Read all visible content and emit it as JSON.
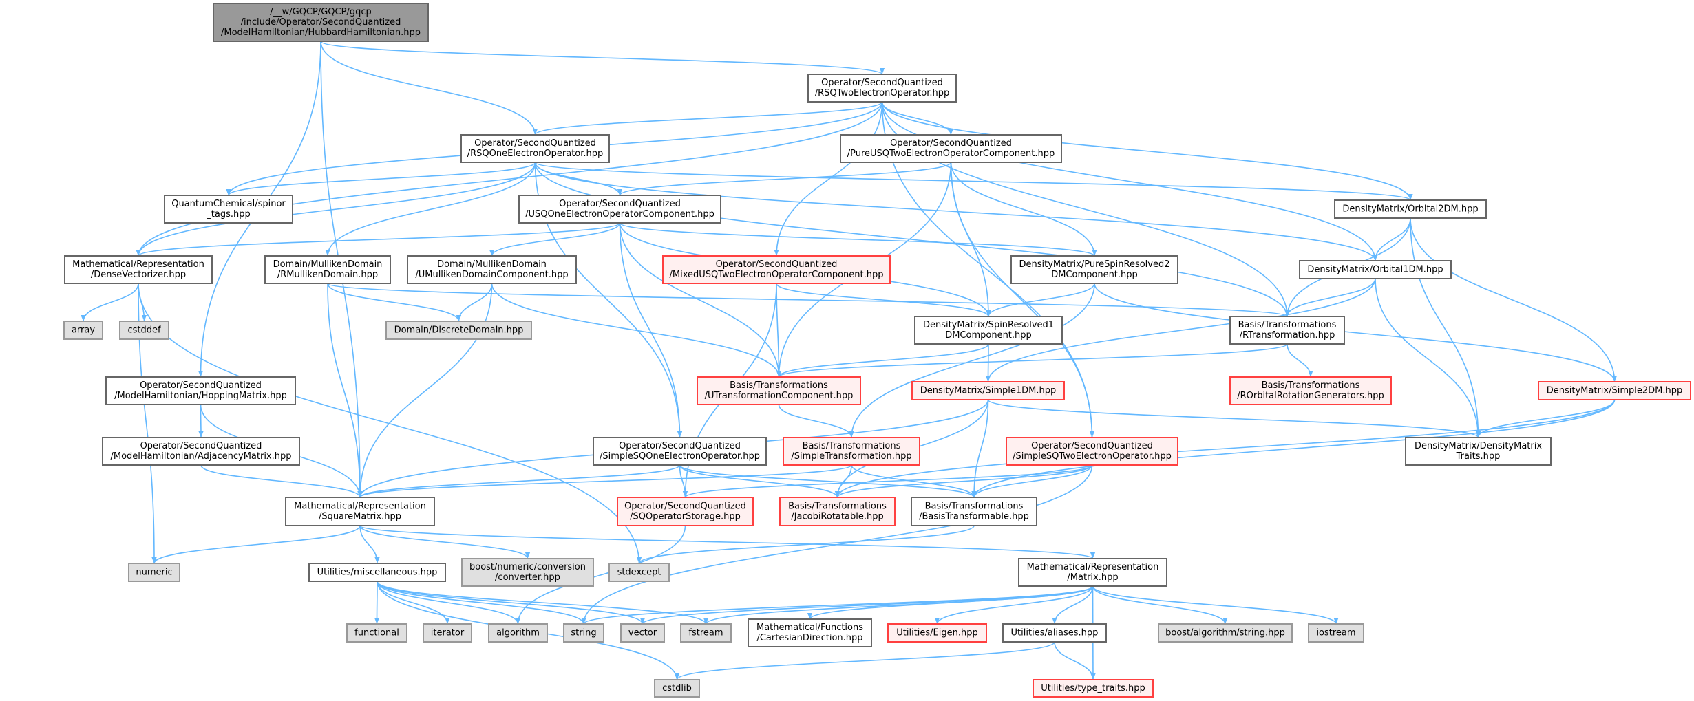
{
  "graph": {
    "colors": {
      "edge": "#63b8ff",
      "missing_border": "#ff4040",
      "missing_fill": "#fff0f0",
      "external_fill": "#e0e0e0",
      "root_fill": "#999999"
    },
    "nodes": [
      {
        "id": "root",
        "kind": "root",
        "lines": [
          "/__w/GQCP/GQCP/gqcp",
          "/include/Operator/SecondQuantized",
          "/ModelHamiltonian/HubbardHamiltonian.hpp"
        ]
      },
      {
        "id": "rsqtwo",
        "kind": "normal",
        "lines": [
          "Operator/SecondQuantized",
          "/RSQTwoElectronOperator.hpp"
        ]
      },
      {
        "id": "rsqone",
        "kind": "normal",
        "lines": [
          "Operator/SecondQuantized",
          "/RSQOneElectronOperator.hpp"
        ]
      },
      {
        "id": "pureusq",
        "kind": "normal",
        "lines": [
          "Operator/SecondQuantized",
          "/PureUSQTwoElectronOperatorComponent.hpp"
        ]
      },
      {
        "id": "spinor",
        "kind": "normal",
        "lines": [
          "QuantumChemical/spinor",
          "_tags.hpp"
        ]
      },
      {
        "id": "usqone",
        "kind": "normal",
        "lines": [
          "Operator/SecondQuantized",
          "/USQOneElectronOperatorComponent.hpp"
        ]
      },
      {
        "id": "orb2dm",
        "kind": "normal",
        "lines": [
          "DensityMatrix/Orbital2DM.hpp"
        ]
      },
      {
        "id": "densevec",
        "kind": "normal",
        "lines": [
          "Mathematical/Representation",
          "/DenseVectorizer.hpp"
        ]
      },
      {
        "id": "rmull",
        "kind": "normal",
        "lines": [
          "Domain/MullikenDomain",
          "/RMullikenDomain.hpp"
        ]
      },
      {
        "id": "umull",
        "kind": "normal",
        "lines": [
          "Domain/MullikenDomain",
          "/UMullikenDomainComponent.hpp"
        ]
      },
      {
        "id": "mixedusq",
        "kind": "missing",
        "lines": [
          "Operator/SecondQuantized",
          "/MixedUSQTwoElectronOperatorComponent.hpp"
        ]
      },
      {
        "id": "psr2",
        "kind": "normal",
        "lines": [
          "DensityMatrix/PureSpinResolved2",
          "DMComponent.hpp"
        ]
      },
      {
        "id": "orb1dm",
        "kind": "normal",
        "lines": [
          "DensityMatrix/Orbital1DM.hpp"
        ]
      },
      {
        "id": "array",
        "kind": "external",
        "lines": [
          "array"
        ]
      },
      {
        "id": "cstddef",
        "kind": "external",
        "lines": [
          "cstddef"
        ]
      },
      {
        "id": "discrete",
        "kind": "external",
        "lines": [
          "Domain/DiscreteDomain.hpp"
        ]
      },
      {
        "id": "sr1",
        "kind": "normal",
        "lines": [
          "DensityMatrix/SpinResolved1",
          "DMComponent.hpp"
        ]
      },
      {
        "id": "rtrans",
        "kind": "normal",
        "lines": [
          "Basis/Transformations",
          "/RTransformation.hpp"
        ]
      },
      {
        "id": "hopping",
        "kind": "normal",
        "lines": [
          "Operator/SecondQuantized",
          "/ModelHamiltonian/HoppingMatrix.hpp"
        ]
      },
      {
        "id": "utranscomp",
        "kind": "missing",
        "lines": [
          "Basis/Transformations",
          "/UTransformationComponent.hpp"
        ]
      },
      {
        "id": "simple1dm",
        "kind": "missing",
        "lines": [
          "DensityMatrix/Simple1DM.hpp"
        ]
      },
      {
        "id": "rorbrot",
        "kind": "missing",
        "lines": [
          "Basis/Transformations",
          "/ROrbitalRotationGenerators.hpp"
        ]
      },
      {
        "id": "simple2dm",
        "kind": "missing",
        "lines": [
          "DensityMatrix/Simple2DM.hpp"
        ]
      },
      {
        "id": "adjacency",
        "kind": "normal",
        "lines": [
          "Operator/SecondQuantized",
          "/ModelHamiltonian/AdjacencyMatrix.hpp"
        ]
      },
      {
        "id": "simplesqone",
        "kind": "normal",
        "lines": [
          "Operator/SecondQuantized",
          "/SimpleSQOneElectronOperator.hpp"
        ]
      },
      {
        "id": "simpletrans",
        "kind": "missing",
        "lines": [
          "Basis/Transformations",
          "/SimpleTransformation.hpp"
        ]
      },
      {
        "id": "simplesqtwo",
        "kind": "missing",
        "lines": [
          "Operator/SecondQuantized",
          "/SimpleSQTwoElectronOperator.hpp"
        ]
      },
      {
        "id": "dmtraits",
        "kind": "normal",
        "lines": [
          "DensityMatrix/DensityMatrix",
          "Traits.hpp"
        ]
      },
      {
        "id": "square",
        "kind": "normal",
        "lines": [
          "Mathematical/Representation",
          "/SquareMatrix.hpp"
        ]
      },
      {
        "id": "sqstorage",
        "kind": "missing",
        "lines": [
          "Operator/SecondQuantized",
          "/SQOperatorStorage.hpp"
        ]
      },
      {
        "id": "jacobi",
        "kind": "missing",
        "lines": [
          "Basis/Transformations",
          "/JacobiRotatable.hpp"
        ]
      },
      {
        "id": "basistr",
        "kind": "normal",
        "lines": [
          "Basis/Transformations",
          "/BasisTransformable.hpp"
        ]
      },
      {
        "id": "numeric",
        "kind": "external",
        "lines": [
          "numeric"
        ]
      },
      {
        "id": "misc",
        "kind": "normal",
        "lines": [
          "Utilities/miscellaneous.hpp"
        ]
      },
      {
        "id": "boostconv",
        "kind": "external",
        "lines": [
          "boost/numeric/conversion",
          "/converter.hpp"
        ]
      },
      {
        "id": "stdexcept",
        "kind": "external",
        "lines": [
          "stdexcept"
        ]
      },
      {
        "id": "matrix",
        "kind": "normal",
        "lines": [
          "Mathematical/Representation",
          "/Matrix.hpp"
        ]
      },
      {
        "id": "functional",
        "kind": "external",
        "lines": [
          "functional"
        ]
      },
      {
        "id": "iterator",
        "kind": "external",
        "lines": [
          "iterator"
        ]
      },
      {
        "id": "algorithm",
        "kind": "external",
        "lines": [
          "algorithm"
        ]
      },
      {
        "id": "string",
        "kind": "external",
        "lines": [
          "string"
        ]
      },
      {
        "id": "vector",
        "kind": "external",
        "lines": [
          "vector"
        ]
      },
      {
        "id": "fstream",
        "kind": "external",
        "lines": [
          "fstream"
        ]
      },
      {
        "id": "cartesian",
        "kind": "normal",
        "lines": [
          "Mathematical/Functions",
          "/CartesianDirection.hpp"
        ]
      },
      {
        "id": "eigen",
        "kind": "missing",
        "lines": [
          "Utilities/Eigen.hpp"
        ]
      },
      {
        "id": "aliases",
        "kind": "normal",
        "lines": [
          "Utilities/aliases.hpp"
        ]
      },
      {
        "id": "booststr",
        "kind": "external",
        "lines": [
          "boost/algorithm/string.hpp"
        ]
      },
      {
        "id": "iostream",
        "kind": "external",
        "lines": [
          "iostream"
        ]
      },
      {
        "id": "cstdlib",
        "kind": "external",
        "lines": [
          "cstdlib"
        ]
      },
      {
        "id": "typetraits",
        "kind": "missing",
        "lines": [
          "Utilities/type_traits.hpp"
        ]
      }
    ],
    "edges": [
      [
        "root",
        "rsqtwo"
      ],
      [
        "root",
        "rsqone"
      ],
      [
        "root",
        "hopping"
      ],
      [
        "root",
        "square"
      ],
      [
        "rsqtwo",
        "rsqone"
      ],
      [
        "rsqtwo",
        "pureusq"
      ],
      [
        "rsqtwo",
        "spinor"
      ],
      [
        "rsqtwo",
        "densevec"
      ],
      [
        "rsqtwo",
        "mixedusq"
      ],
      [
        "rsqtwo",
        "orb2dm"
      ],
      [
        "rsqtwo",
        "orb1dm"
      ],
      [
        "rsqtwo",
        "rtrans"
      ],
      [
        "rsqtwo",
        "simplesqtwo"
      ],
      [
        "rsqone",
        "spinor"
      ],
      [
        "rsqone",
        "densevec"
      ],
      [
        "rsqone",
        "usqone"
      ],
      [
        "rsqone",
        "rmull"
      ],
      [
        "rsqone",
        "simplesqone"
      ],
      [
        "rsqone",
        "orb2dm"
      ],
      [
        "rsqone",
        "orb1dm"
      ],
      [
        "rsqone",
        "rtrans"
      ],
      [
        "pureusq",
        "usqone"
      ],
      [
        "pureusq",
        "psr2"
      ],
      [
        "pureusq",
        "sr1"
      ],
      [
        "pureusq",
        "utranscomp"
      ],
      [
        "pureusq",
        "simplesqtwo"
      ],
      [
        "usqone",
        "densevec"
      ],
      [
        "usqone",
        "umull"
      ],
      [
        "usqone",
        "sr1"
      ],
      [
        "usqone",
        "psr2"
      ],
      [
        "usqone",
        "utranscomp"
      ],
      [
        "usqone",
        "simplesqone"
      ],
      [
        "orb2dm",
        "orb1dm"
      ],
      [
        "orb2dm",
        "rtrans"
      ],
      [
        "orb2dm",
        "simple2dm"
      ],
      [
        "orb2dm",
        "dmtraits"
      ],
      [
        "orb1dm",
        "rtrans"
      ],
      [
        "orb1dm",
        "simple1dm"
      ],
      [
        "orb1dm",
        "dmtraits"
      ],
      [
        "densevec",
        "array"
      ],
      [
        "densevec",
        "cstddef"
      ],
      [
        "densevec",
        "numeric"
      ],
      [
        "densevec",
        "stdexcept"
      ],
      [
        "rmull",
        "discrete"
      ],
      [
        "rmull",
        "square"
      ],
      [
        "rmull",
        "rtrans"
      ],
      [
        "umull",
        "discrete"
      ],
      [
        "umull",
        "utranscomp"
      ],
      [
        "umull",
        "square"
      ],
      [
        "mixedusq",
        "utranscomp"
      ],
      [
        "mixedusq",
        "sr1"
      ],
      [
        "mixedusq",
        "sqstorage"
      ],
      [
        "psr2",
        "sr1"
      ],
      [
        "psr2",
        "simple2dm"
      ],
      [
        "psr2",
        "simpletrans"
      ],
      [
        "sr1",
        "utranscomp"
      ],
      [
        "sr1",
        "simple1dm"
      ],
      [
        "rtrans",
        "utranscomp"
      ],
      [
        "rtrans",
        "rorbrot"
      ],
      [
        "hopping",
        "adjacency"
      ],
      [
        "hopping",
        "square"
      ],
      [
        "adjacency",
        "square"
      ],
      [
        "utranscomp",
        "simpletrans"
      ],
      [
        "simple1dm",
        "square"
      ],
      [
        "simple1dm",
        "jacobi"
      ],
      [
        "simple1dm",
        "basistr"
      ],
      [
        "simple1dm",
        "dmtraits"
      ],
      [
        "simple2dm",
        "dmtraits"
      ],
      [
        "simple2dm",
        "jacobi"
      ],
      [
        "simple2dm",
        "basistr"
      ],
      [
        "simplesqone",
        "square"
      ],
      [
        "simplesqone",
        "sqstorage"
      ],
      [
        "simplesqone",
        "jacobi"
      ],
      [
        "simplesqone",
        "basistr"
      ],
      [
        "simpletrans",
        "square"
      ],
      [
        "simpletrans",
        "jacobi"
      ],
      [
        "simpletrans",
        "basistr"
      ],
      [
        "simplesqtwo",
        "sqstorage"
      ],
      [
        "simplesqtwo",
        "jacobi"
      ],
      [
        "simplesqtwo",
        "basistr"
      ],
      [
        "simplesqtwo",
        "string"
      ],
      [
        "sqstorage",
        "algorithm"
      ],
      [
        "basistr",
        "stdexcept"
      ],
      [
        "square",
        "numeric"
      ],
      [
        "square",
        "misc"
      ],
      [
        "square",
        "boostconv"
      ],
      [
        "square",
        "matrix"
      ],
      [
        "misc",
        "functional"
      ],
      [
        "misc",
        "iterator"
      ],
      [
        "misc",
        "algorithm"
      ],
      [
        "misc",
        "string"
      ],
      [
        "misc",
        "vector"
      ],
      [
        "misc",
        "fstream"
      ],
      [
        "misc",
        "cstdlib"
      ],
      [
        "matrix",
        "string"
      ],
      [
        "matrix",
        "vector"
      ],
      [
        "matrix",
        "fstream"
      ],
      [
        "matrix",
        "cartesian"
      ],
      [
        "matrix",
        "eigen"
      ],
      [
        "matrix",
        "aliases"
      ],
      [
        "matrix",
        "typetraits"
      ],
      [
        "matrix",
        "booststr"
      ],
      [
        "matrix",
        "iostream"
      ],
      [
        "aliases",
        "cstdlib"
      ],
      [
        "aliases",
        "typetraits"
      ]
    ]
  }
}
